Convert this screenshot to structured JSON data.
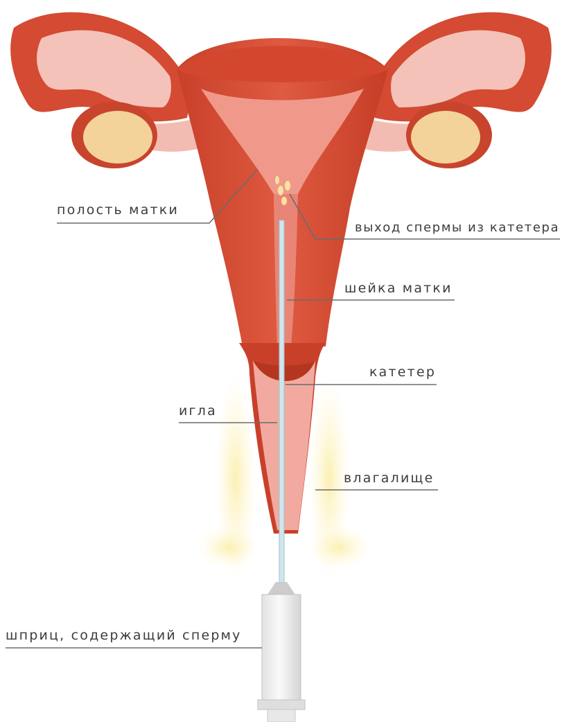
{
  "labels": {
    "uterine_cavity": "полость матки",
    "sperm_outlet": "выход спермы из катетера",
    "cervix": "шейка матки",
    "catheter": "катетер",
    "needle": "игла",
    "vagina": "влагалище",
    "syringe": "шприц, содержащий сперму"
  },
  "colors": {
    "tissue_dark": "#b8321c",
    "tissue_mid": "#d9533a",
    "tissue_light": "#ec8a78",
    "tube_pink": "#f6c4bc",
    "ovary": "#f3d39a",
    "glow": "#fbeea8",
    "catheter": "#cfe6ec",
    "leader_line": "#6b6b6b"
  }
}
